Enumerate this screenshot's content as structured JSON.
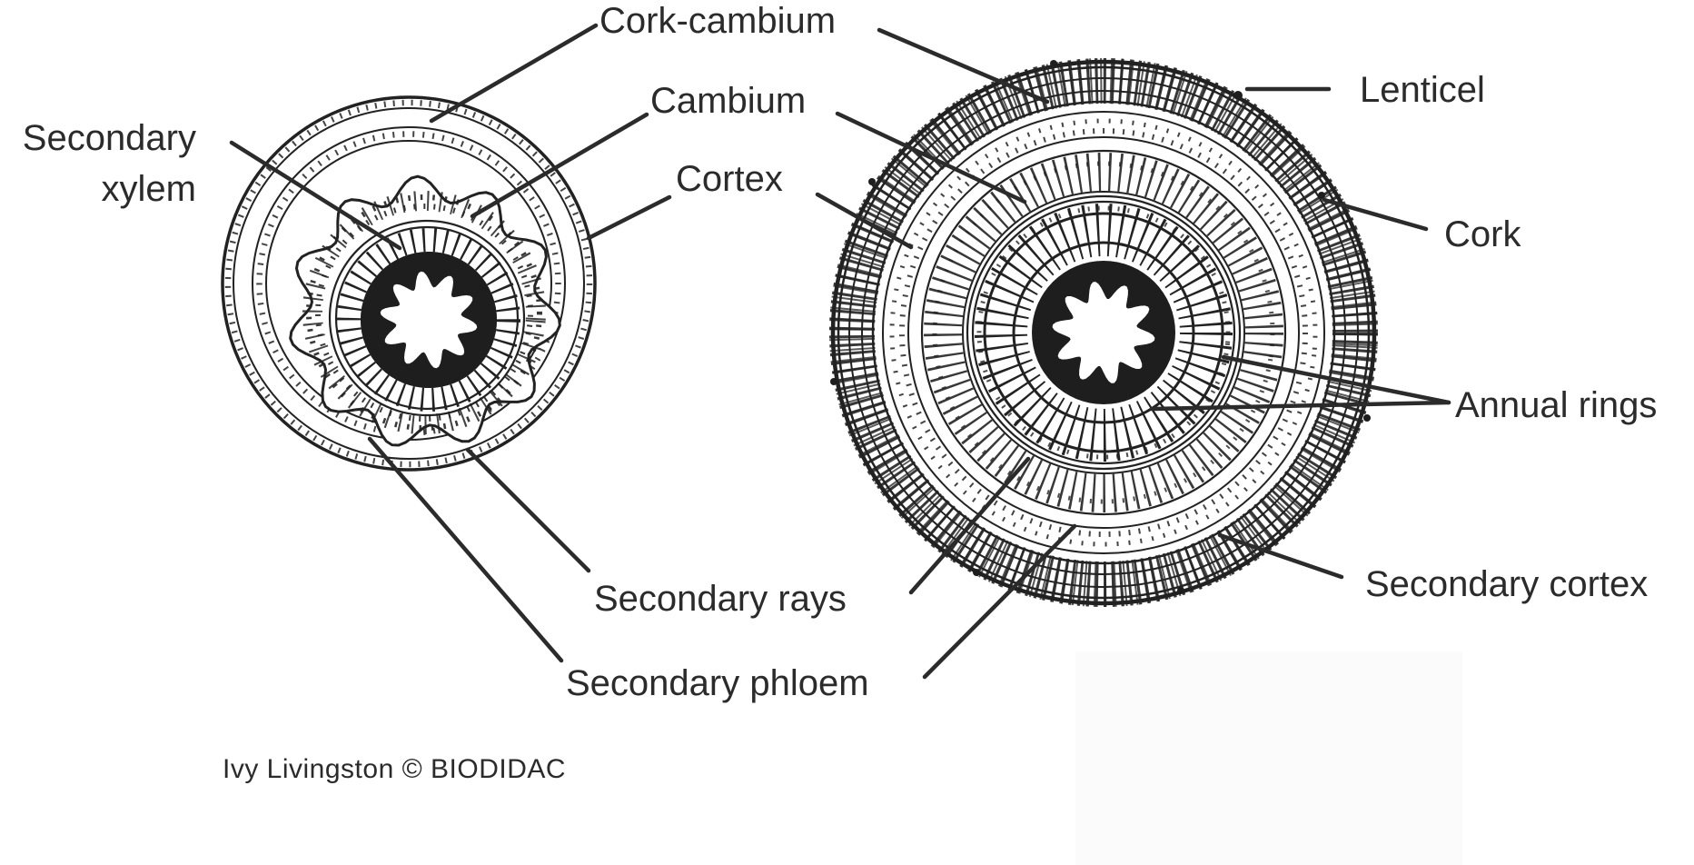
{
  "figure": {
    "description": "Two woody stem cross-sections (young stem left, older stem with annual rings right)",
    "labels": {
      "cork_cambium": "Cork-cambium",
      "cambium": "Cambium",
      "cortex": "Cortex",
      "secondary_xylem": "Secondary\nxylem",
      "lenticel": "Lenticel",
      "cork": "Cork",
      "annual_rings": "Annual rings",
      "secondary_rays": "Secondary rays",
      "secondary_phloem": "Secondary phloem",
      "secondary_cortex": "Secondary cortex"
    },
    "credit": "Ivy Livingston © BIODIDAC",
    "colors": {
      "ink": "#222222",
      "leader_line": "#2b2b2b",
      "background": "#ffffff",
      "shade_panel": "#fbfbfb"
    }
  }
}
